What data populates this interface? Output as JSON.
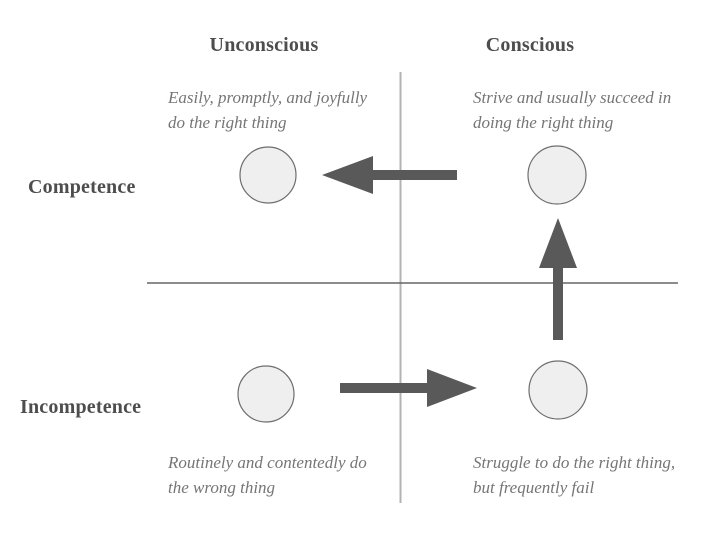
{
  "columns": [
    {
      "label": "Unconscious"
    },
    {
      "label": "Conscious"
    }
  ],
  "rows": [
    {
      "label": "Competence"
    },
    {
      "label": "Incompetence"
    }
  ],
  "quadrants": [
    {
      "id": "unconscious-competence",
      "lines": [
        "Easily, promptly, and joyfully",
        "do the right thing"
      ]
    },
    {
      "id": "conscious-competence",
      "lines": [
        "Strive and usually succeed in",
        "doing the right thing"
      ]
    },
    {
      "id": "unconscious-incompetence",
      "lines": [
        "Routinely and contentedly do",
        "the wrong thing"
      ]
    },
    {
      "id": "conscious-incompetence",
      "lines": [
        "Struggle to do the right thing,",
        "but frequently fail"
      ]
    }
  ],
  "colors": {
    "background": "#ffffff",
    "heading_text": "#4d4d4d",
    "description_text": "#757575",
    "arrow": "#595959",
    "circle_fill": "#efefef",
    "circle_stroke": "#6e6e6e",
    "vertical_axis": "#b3b3b3",
    "horizontal_axis": "#666666"
  }
}
